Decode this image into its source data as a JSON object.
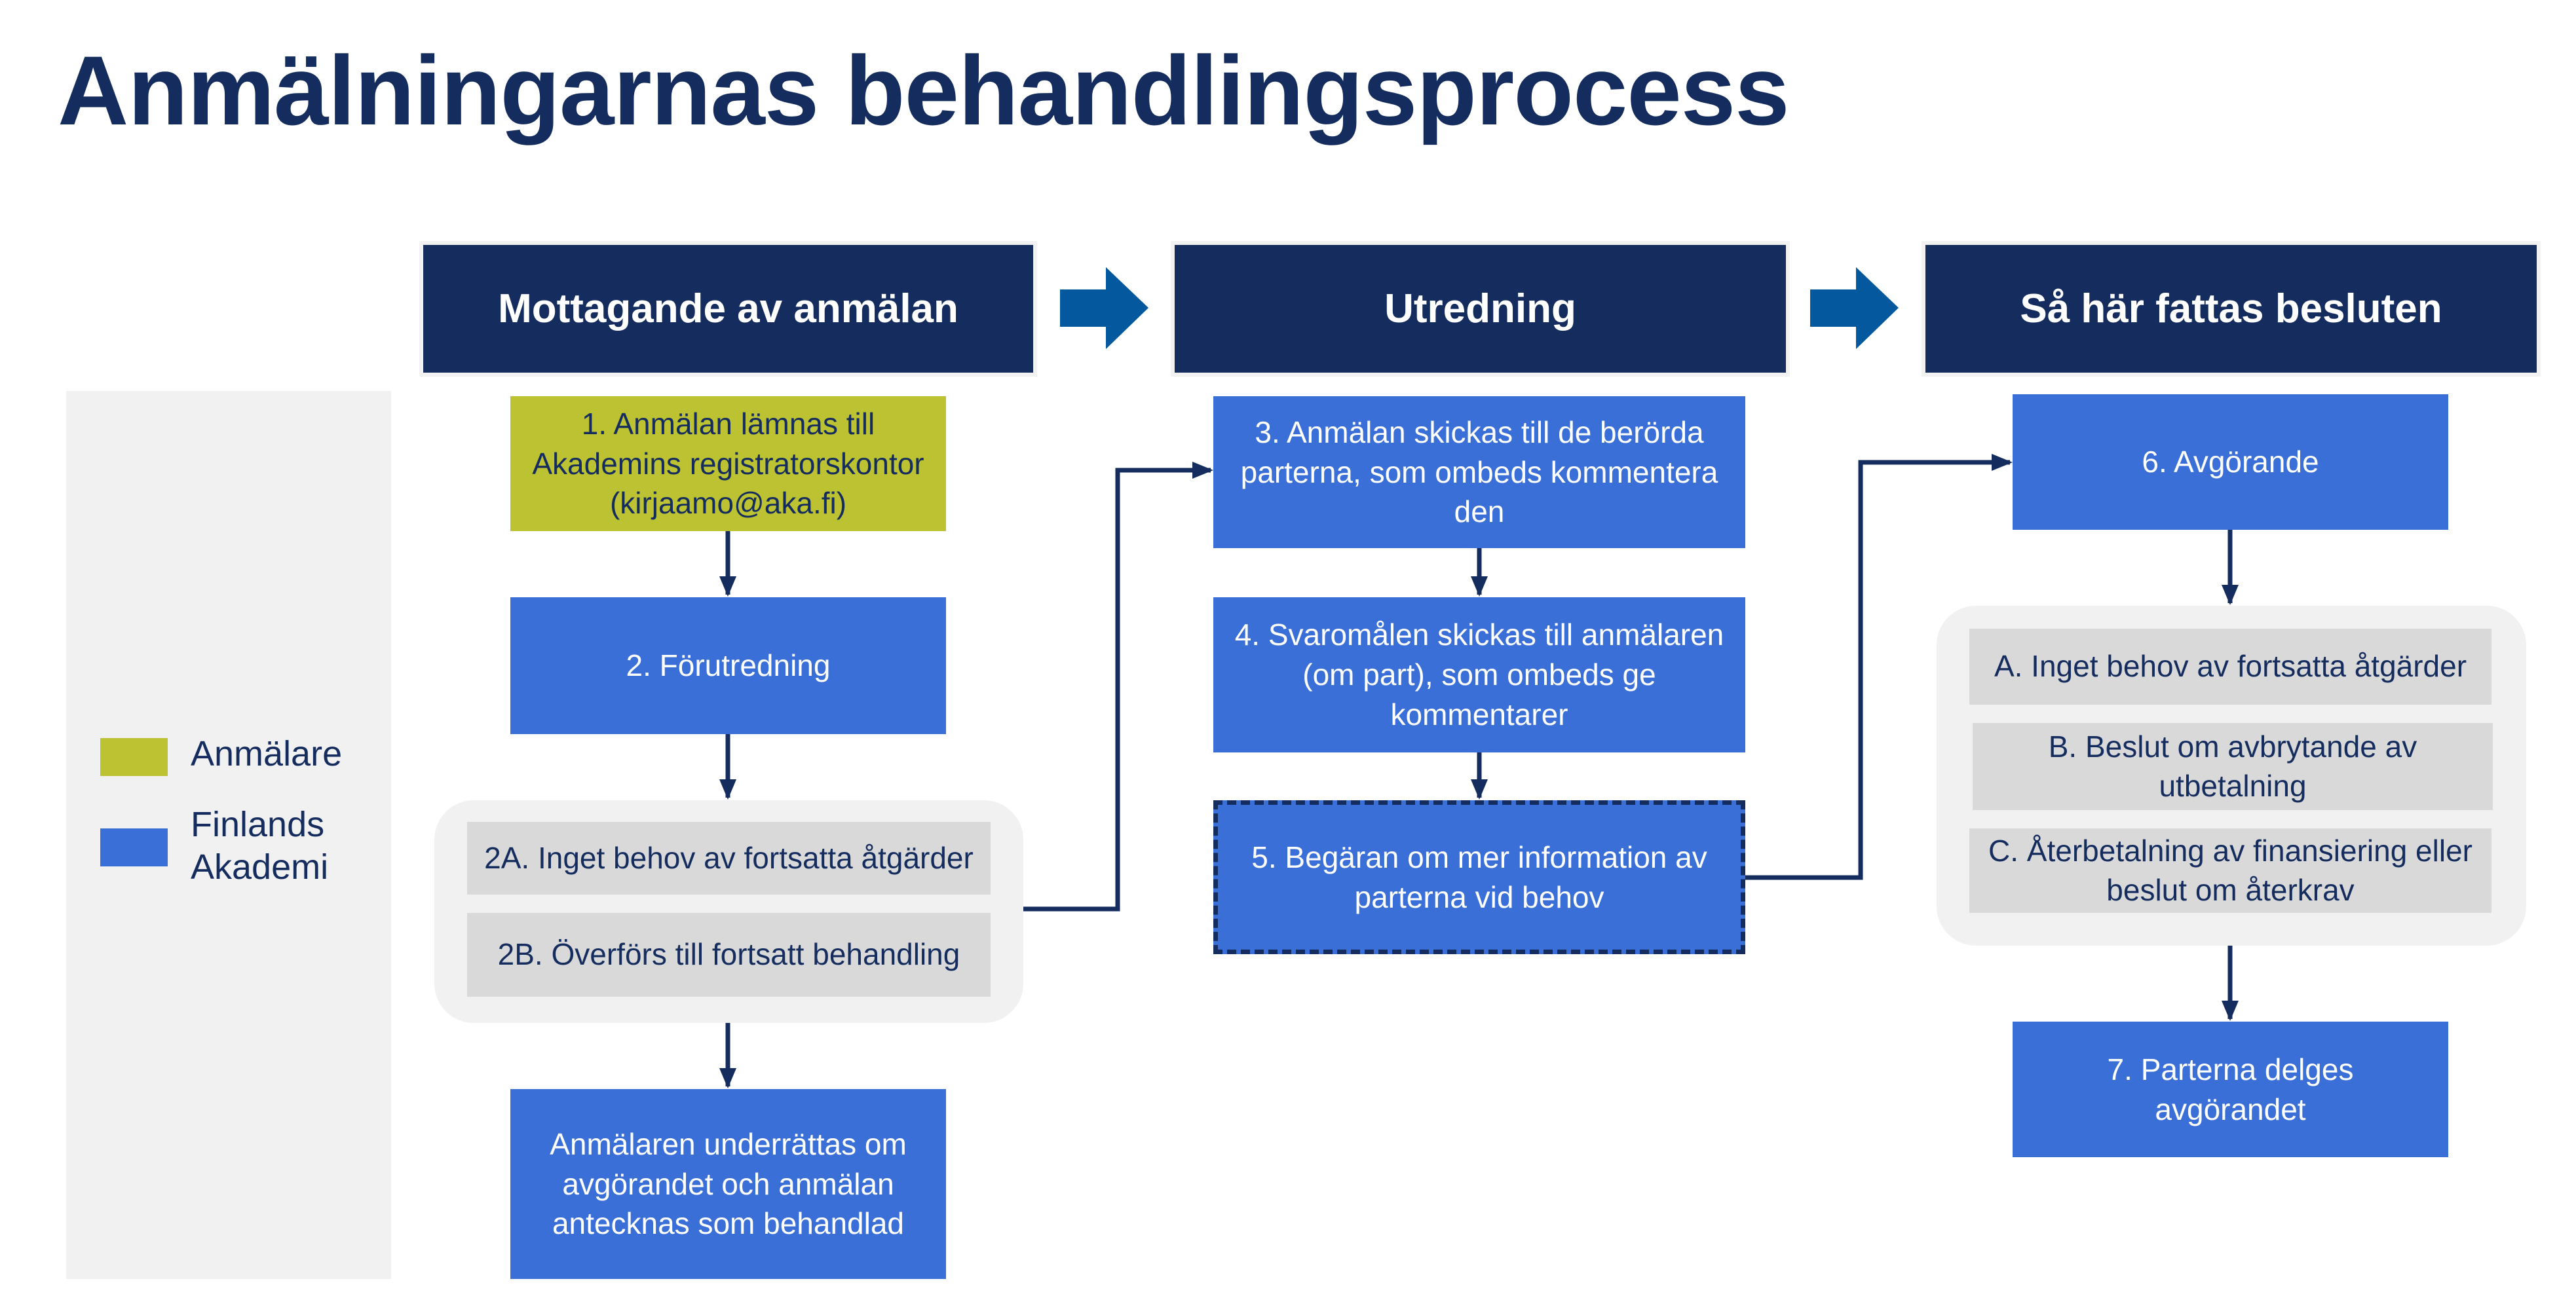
{
  "title": "Anmälningarnas behandlingsprocess",
  "colors": {
    "navy": "#152d5e",
    "process_blue": "#3a6fd8",
    "reporter_green": "#bcc231",
    "arrow_blue": "#04589e",
    "option_gray": "#d9d9d9",
    "panel_gray": "#f1f1f1"
  },
  "phases": [
    {
      "label": "Mottagande av anmälan"
    },
    {
      "label": "Utredning"
    },
    {
      "label": "Så här fattas besluten"
    }
  ],
  "legend": [
    {
      "label": "Anmälare",
      "role": "reporter"
    },
    {
      "label": "Finlands Akademi",
      "role": "academy"
    }
  ],
  "steps": {
    "s1": "1. Anmälan lämnas till Akademins registratorskontor (kirjaamo@aka.fi)",
    "s2": "2. Förutredning",
    "s2a": "2A. Inget behov av fortsatta åtgärder",
    "s2b": "2B. Överförs till fortsatt behandling",
    "s2end": "Anmälaren underrättas om avgörandet och anmälan antecknas som behandlad",
    "s3": "3. Anmälan skickas till de berörda parterna, som ombeds kommentera den",
    "s4": "4. Svaromålen skickas till anmälaren (om part), som ombeds ge kommentarer",
    "s5": "5. Begäran om mer information av parterna vid behov",
    "s6": "6. Avgörande",
    "s6a": "A. Inget behov av fortsatta åtgärder",
    "s6b": "B. Beslut om avbrytande av utbetalning",
    "s6c": "C. Återbetalning av finansiering eller beslut om återkrav",
    "s7": "7. Parterna delges avgörandet"
  },
  "flows": [
    {
      "from": "s1",
      "to": "s2"
    },
    {
      "from": "s2",
      "to": "group-2"
    },
    {
      "from": "group-2",
      "to": "s2end"
    },
    {
      "from": "s2b",
      "to": "s3"
    },
    {
      "from": "s3",
      "to": "s4"
    },
    {
      "from": "s4",
      "to": "s5"
    },
    {
      "from": "s5",
      "to": "s6"
    },
    {
      "from": "s6",
      "to": "group-6"
    },
    {
      "from": "group-6",
      "to": "s7"
    }
  ]
}
